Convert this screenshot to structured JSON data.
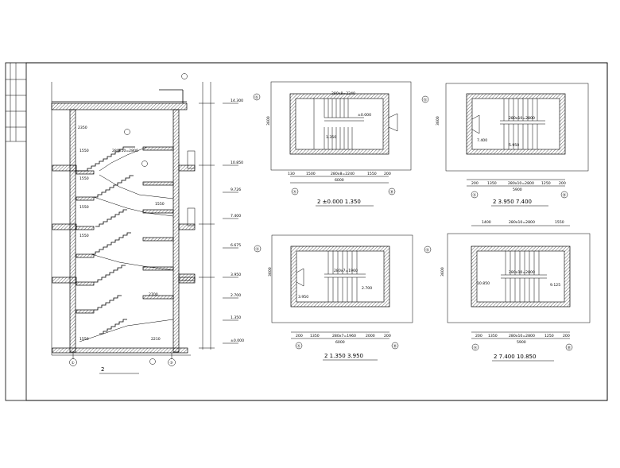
{
  "drawing": {
    "section": {
      "caption": "2",
      "levels": [
        "14.300",
        "10.850",
        "9.726",
        "7.400",
        "6.675",
        "3.950",
        "2.700",
        "1.350",
        "±0.000"
      ],
      "rise_label_top": "280x10=2800",
      "landing_widths": [
        "1550",
        "1550",
        "1550",
        "1550",
        "1550"
      ],
      "small_dims": [
        "2350",
        "1550",
        "2700",
        "2210"
      ],
      "axis_left": "①",
      "axis_right": "③"
    },
    "plans": [
      {
        "caption": "2    ±0.000  1.350",
        "stair_label": "280x8=2240",
        "level_a": "±0.000",
        "level_b": "1.350",
        "bottom_dims": [
          "130",
          "1500",
          "280x8=2240",
          "1550",
          "200"
        ],
        "total": "6000",
        "height_dim": "3600"
      },
      {
        "caption": "2    3.950  7.400",
        "stair_label": "280x10=2800",
        "level_a": "7.400",
        "level_b": "5.950",
        "bottom_dims": [
          "200",
          "1350",
          "280x10=2800",
          "1250",
          "200"
        ],
        "total": "5900",
        "height_dim": "3600"
      },
      {
        "caption": "2    1.350  3.950",
        "stair_label": "280x7=1960",
        "level_a": "2.700",
        "level_b": "3.950",
        "bottom_dims": [
          "200",
          "1350",
          "280x7=1960",
          "2000",
          "200"
        ],
        "total": "6000",
        "height_dim": "3600"
      },
      {
        "caption": "2    7.400  10.850",
        "stair_label": "280x10=2800",
        "level_a": "10.850",
        "level_b": "9.125",
        "top_dims": [
          "1400",
          "280x10=2800",
          "1550"
        ],
        "bottom_dims": [
          "200",
          "1350",
          "280x10=2800",
          "1250",
          "200"
        ],
        "total": "5900",
        "height_dim": "3600"
      }
    ],
    "axis_bubbles": {
      "row": "Ⓖ",
      "col_left": "Ⓐ",
      "col_right": "Ⓑ"
    }
  }
}
